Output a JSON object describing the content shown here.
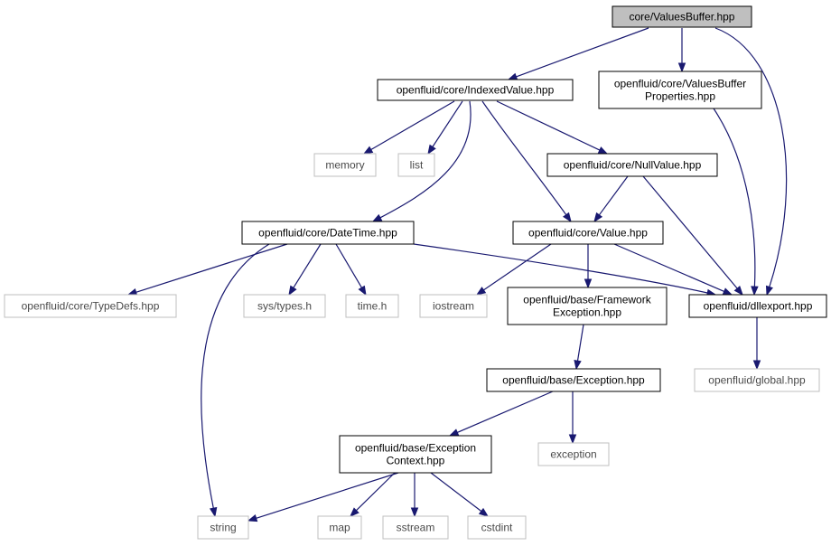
{
  "nodes": {
    "values_buffer": [
      "core/ValuesBuffer.hpp"
    ],
    "indexed_value": [
      "openfluid/core/IndexedValue.hpp"
    ],
    "values_buffer_props": [
      "openfluid/core/ValuesBuffer",
      "Properties.hpp"
    ],
    "memory": [
      "memory"
    ],
    "list": [
      "list"
    ],
    "null_value": [
      "openfluid/core/NullValue.hpp"
    ],
    "date_time": [
      "openfluid/core/DateTime.hpp"
    ],
    "value": [
      "openfluid/core/Value.hpp"
    ],
    "type_defs": [
      "openfluid/core/TypeDefs.hpp"
    ],
    "sys_types": [
      "sys/types.h"
    ],
    "time_h": [
      "time.h"
    ],
    "iostream": [
      "iostream"
    ],
    "framework_exception": [
      "openfluid/base/Framework",
      "Exception.hpp"
    ],
    "dllexport": [
      "openfluid/dllexport.hpp"
    ],
    "global": [
      "openfluid/global.hpp"
    ],
    "exception_hpp": [
      "openfluid/base/Exception.hpp"
    ],
    "exception": [
      "exception"
    ],
    "exception_context": [
      "openfluid/base/Exception",
      "Context.hpp"
    ],
    "string": [
      "string"
    ],
    "map": [
      "map"
    ],
    "sstream": [
      "sstream"
    ],
    "cstdint": [
      "cstdint"
    ]
  },
  "colors": {
    "edge": "#191970",
    "node_border": "#000000",
    "external_border": "#bfbfbf",
    "root_fill": "#bfbfbf"
  }
}
